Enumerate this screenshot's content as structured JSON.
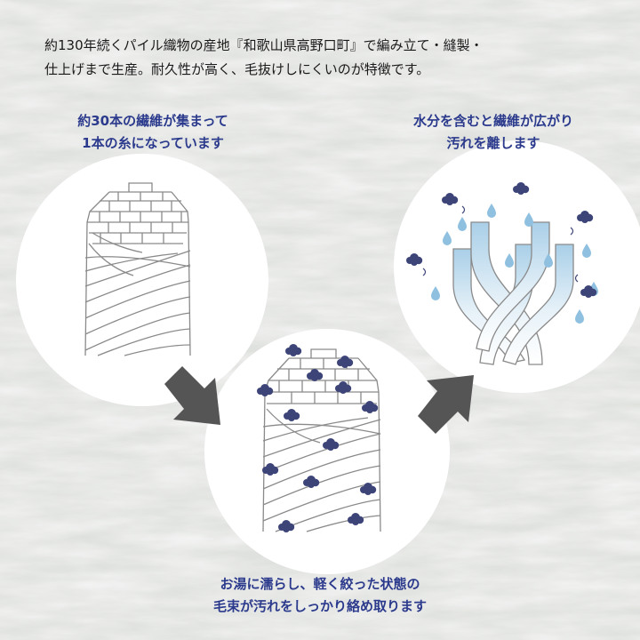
{
  "intro": {
    "line1": "約130年続くパイル織物の産地『和歌山県高野口町』で編み立て・縫製・",
    "line2": "仕上げまで生産。耐久性が高く、毛抜けしにくいのが特徴です。"
  },
  "panels": {
    "fiber": {
      "caption_line1": "約30本の繊維が集まって",
      "caption_line2": "1本の糸になっています"
    },
    "water": {
      "caption_line1": "水分を含むと繊維が広がり",
      "caption_line2": "汚れを離します"
    },
    "dirt": {
      "caption_line1": "お湯に濡らし、軽く絞った状態の",
      "caption_line2": "毛束が汚れをしっかり絡め取ります"
    }
  },
  "colors": {
    "caption": "#2b3a8c",
    "dirt": "#3d4478",
    "water": "#8fc0e0",
    "arrow": "#555555",
    "line": "#8a8a8a"
  }
}
